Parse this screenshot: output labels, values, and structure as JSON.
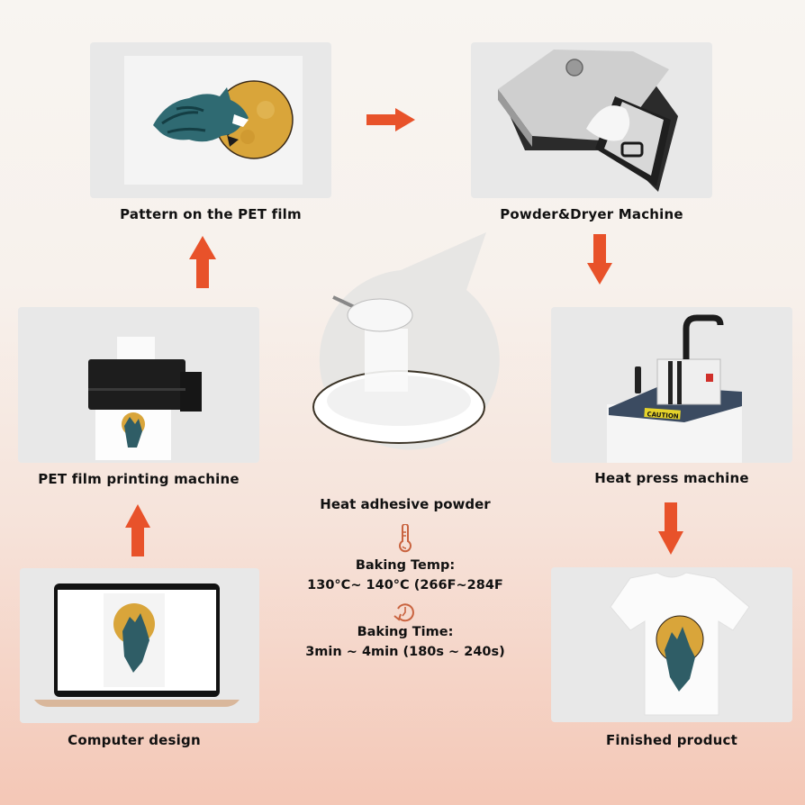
{
  "accent_color": "#e8522a",
  "steps": [
    {
      "id": "pattern",
      "label": "Pattern on the PET film"
    },
    {
      "id": "dryer",
      "label": "Powder&Dryer Machine"
    },
    {
      "id": "heat_press",
      "label": "Heat press machine"
    },
    {
      "id": "finished",
      "label": "Finished product"
    },
    {
      "id": "printer",
      "label": "PET film printing machine"
    },
    {
      "id": "computer",
      "label": "Computer design"
    }
  ],
  "powder": {
    "label": "Heat adhesive powder",
    "temp_icon": "thermometer-icon",
    "temp_title": "Baking Temp:",
    "temp_value": "130°C~ 140°C (266F~284F",
    "time_icon": "timer-icon",
    "time_title": "Baking Time:",
    "time_value": "3min ~ 4min (180s ~ 240s)"
  },
  "caution_text": "CAUTION"
}
